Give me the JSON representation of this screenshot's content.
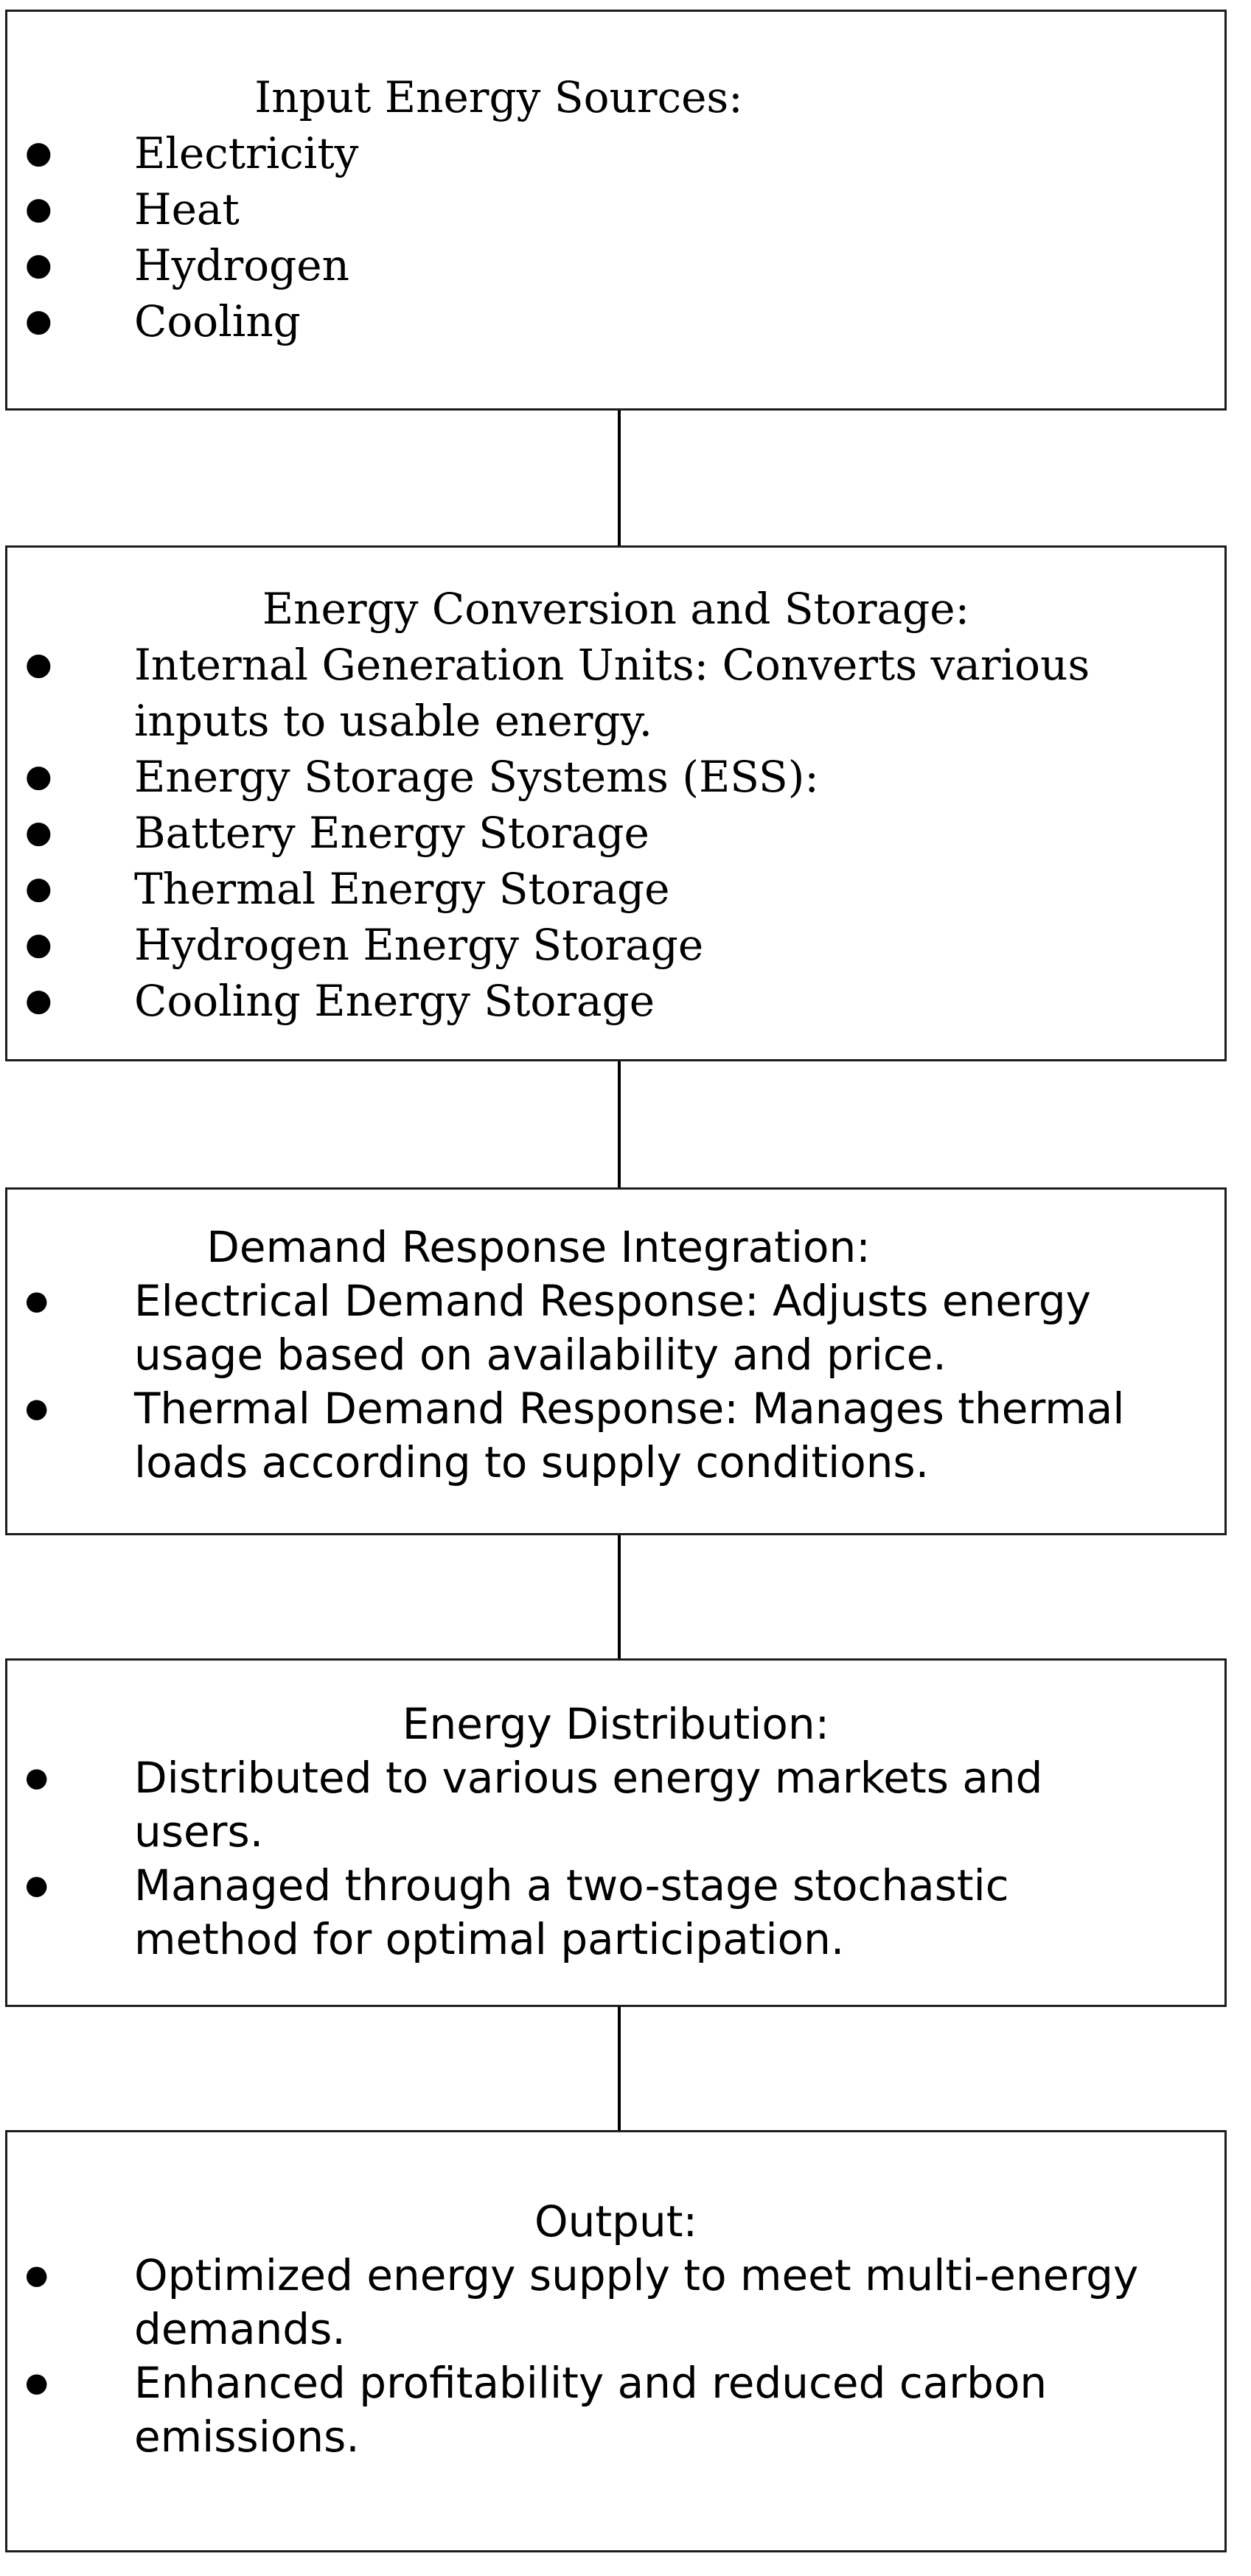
{
  "page": {
    "background_color": "#ffffff",
    "box_border_color": "#1d1d1d",
    "connector_color": "#000000",
    "text_color": "#000000"
  },
  "icons": {
    "bullet": "●"
  },
  "boxes": [
    {
      "title": "Input Energy Sources:",
      "rows": [
        {
          "bullet": true,
          "text": "Electricity"
        },
        {
          "bullet": true,
          "text": "Heat"
        },
        {
          "bullet": true,
          "text": "Hydrogen"
        },
        {
          "bullet": true,
          "text": "Cooling"
        }
      ]
    },
    {
      "title": "Energy Conversion and Storage:",
      "rows": [
        {
          "bullet": true,
          "text": "Internal Generation Units: Converts various"
        },
        {
          "bullet": false,
          "text": "inputs to usable energy."
        },
        {
          "bullet": true,
          "text": "Energy Storage Systems (ESS):"
        },
        {
          "bullet": true,
          "text": "Battery Energy Storage"
        },
        {
          "bullet": true,
          "text": "Thermal Energy Storage"
        },
        {
          "bullet": true,
          "text": "Hydrogen Energy Storage"
        },
        {
          "bullet": true,
          "text": "Cooling Energy Storage"
        }
      ]
    },
    {
      "title": "Demand Response Integration:",
      "rows": [
        {
          "bullet": true,
          "text": "Electrical Demand Response: Adjusts energy"
        },
        {
          "bullet": false,
          "text": "usage based on availability and price."
        },
        {
          "bullet": true,
          "text": "Thermal Demand Response: Manages thermal"
        },
        {
          "bullet": false,
          "text": "loads according to supply conditions."
        }
      ]
    },
    {
      "title": "Energy Distribution:",
      "rows": [
        {
          "bullet": true,
          "text": "Distributed to various energy markets and"
        },
        {
          "bullet": false,
          "text": "users."
        },
        {
          "bullet": true,
          "text": "Managed through a two-stage stochastic"
        },
        {
          "bullet": false,
          "text": "method for optimal participation."
        }
      ]
    },
    {
      "title": "Output:",
      "rows": [
        {
          "bullet": true,
          "text": "Optimized energy supply to meet multi-energy"
        },
        {
          "bullet": false,
          "text": "demands."
        },
        {
          "bullet": true,
          "text": "Enhanced profitability and reduced carbon"
        },
        {
          "bullet": false,
          "text": "emissions."
        }
      ]
    }
  ]
}
